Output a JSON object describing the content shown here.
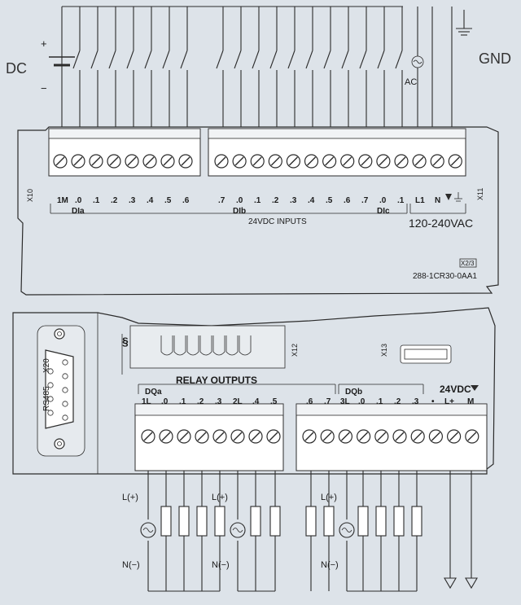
{
  "power": {
    "dc_label": "DC",
    "plus_label": "+",
    "minus_label": "−",
    "ac_label": "AC",
    "gnd_label": "GND"
  },
  "cpu": {
    "x10_label": "X10",
    "x11_label": "X11",
    "input_terminals": [
      "1M",
      ".0",
      ".1",
      ".2",
      ".3",
      ".4",
      ".5",
      ".6",
      ".7",
      ".0",
      ".1",
      ".2",
      ".3",
      ".4",
      ".5",
      ".6",
      ".7",
      ".0",
      ".1"
    ],
    "group_a": "DIa",
    "group_b": "DIb",
    "group_c": "DIc",
    "inputs_title": "24VDC INPUTS",
    "power_terminals": [
      "L1",
      "N"
    ],
    "supply_label": "120-240VAC",
    "version_badge": "X2/3",
    "part_number": "288-1CR30-0AA1"
  },
  "outputs": {
    "rs485_label": "RS485",
    "x20_label": "X20",
    "x12_label": "X12",
    "x13_label": "X13",
    "relay_title": "RELAY OUTPUTS",
    "group_a": "DQa",
    "group_b": "DQb",
    "terminals_a": [
      "1L",
      ".0",
      ".1",
      ".2",
      ".3",
      "2L",
      ".4",
      ".5",
      ".6",
      ".7"
    ],
    "terminals_b": [
      "3L",
      ".0",
      ".1",
      ".2",
      ".3",
      "•",
      "L+",
      "M"
    ],
    "dc24_label": "24VDC",
    "line_label": "L(+)",
    "neutral_label": "N(−)"
  }
}
